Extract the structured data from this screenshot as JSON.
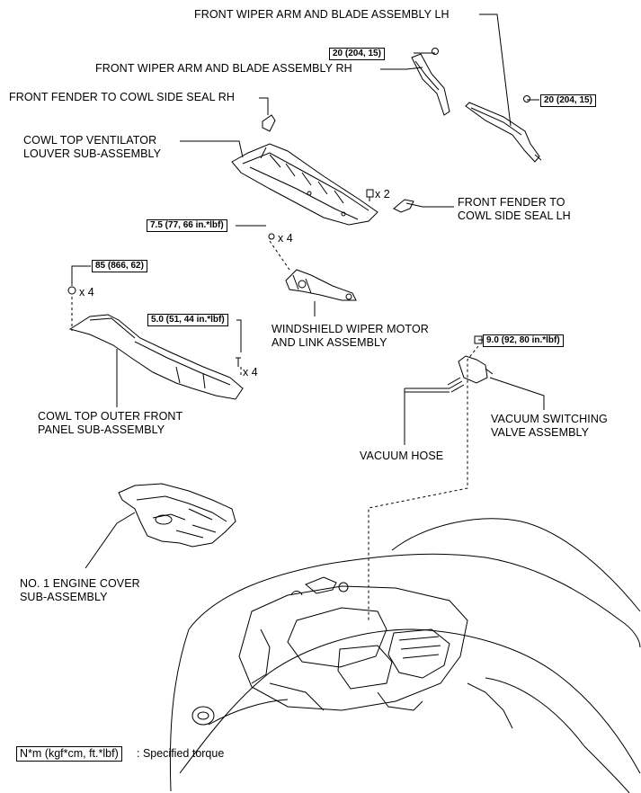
{
  "labels": {
    "wiper_lh": "FRONT WIPER ARM AND BLADE ASSEMBLY LH",
    "wiper_rh": "FRONT WIPER ARM AND BLADE ASSEMBLY RH",
    "fender_seal_rh": "FRONT FENDER TO COWL SIDE SEAL RH",
    "cowl_louver_1": "COWL TOP VENTILATOR",
    "cowl_louver_2": "LOUVER SUB-ASSEMBLY",
    "fender_seal_lh_1": "FRONT FENDER TO",
    "fender_seal_lh_2": "COWL SIDE SEAL LH",
    "wiper_motor_1": "WINDSHIELD WIPER MOTOR",
    "wiper_motor_2": "AND LINK ASSEMBLY",
    "cowl_outer_1": "COWL TOP OUTER FRONT",
    "cowl_outer_2": "PANEL SUB-ASSEMBLY",
    "vsv_1": "VACUUM SWITCHING",
    "vsv_2": "VALVE ASSEMBLY",
    "vacuum_hose": "VACUUM HOSE",
    "engine_cover_1": "NO. 1 ENGINE COVER",
    "engine_cover_2": "SUB-ASSEMBLY"
  },
  "torques": {
    "wiper_rh_nut": "20 (204, 15)",
    "wiper_lh_nut": "20 (204, 15)",
    "wiper_motor_bolt": "7.5 (77, 66 in.*lbf)",
    "cowl_outer_nut": "85 (866, 62)",
    "cowl_outer_bolt": "5.0 (51, 44 in.*lbf)",
    "vsv_bolt": "9.0 (92, 80 in.*lbf)"
  },
  "quantities": {
    "louver_clip": "x 2",
    "wiper_motor_bolt": "x 4",
    "cowl_outer_nut": "x 4",
    "cowl_outer_bolt": "x 4"
  },
  "legend": {
    "unit_box": "N*m (kgf*cm, ft.*lbf)",
    "description": ": Specified torque"
  }
}
